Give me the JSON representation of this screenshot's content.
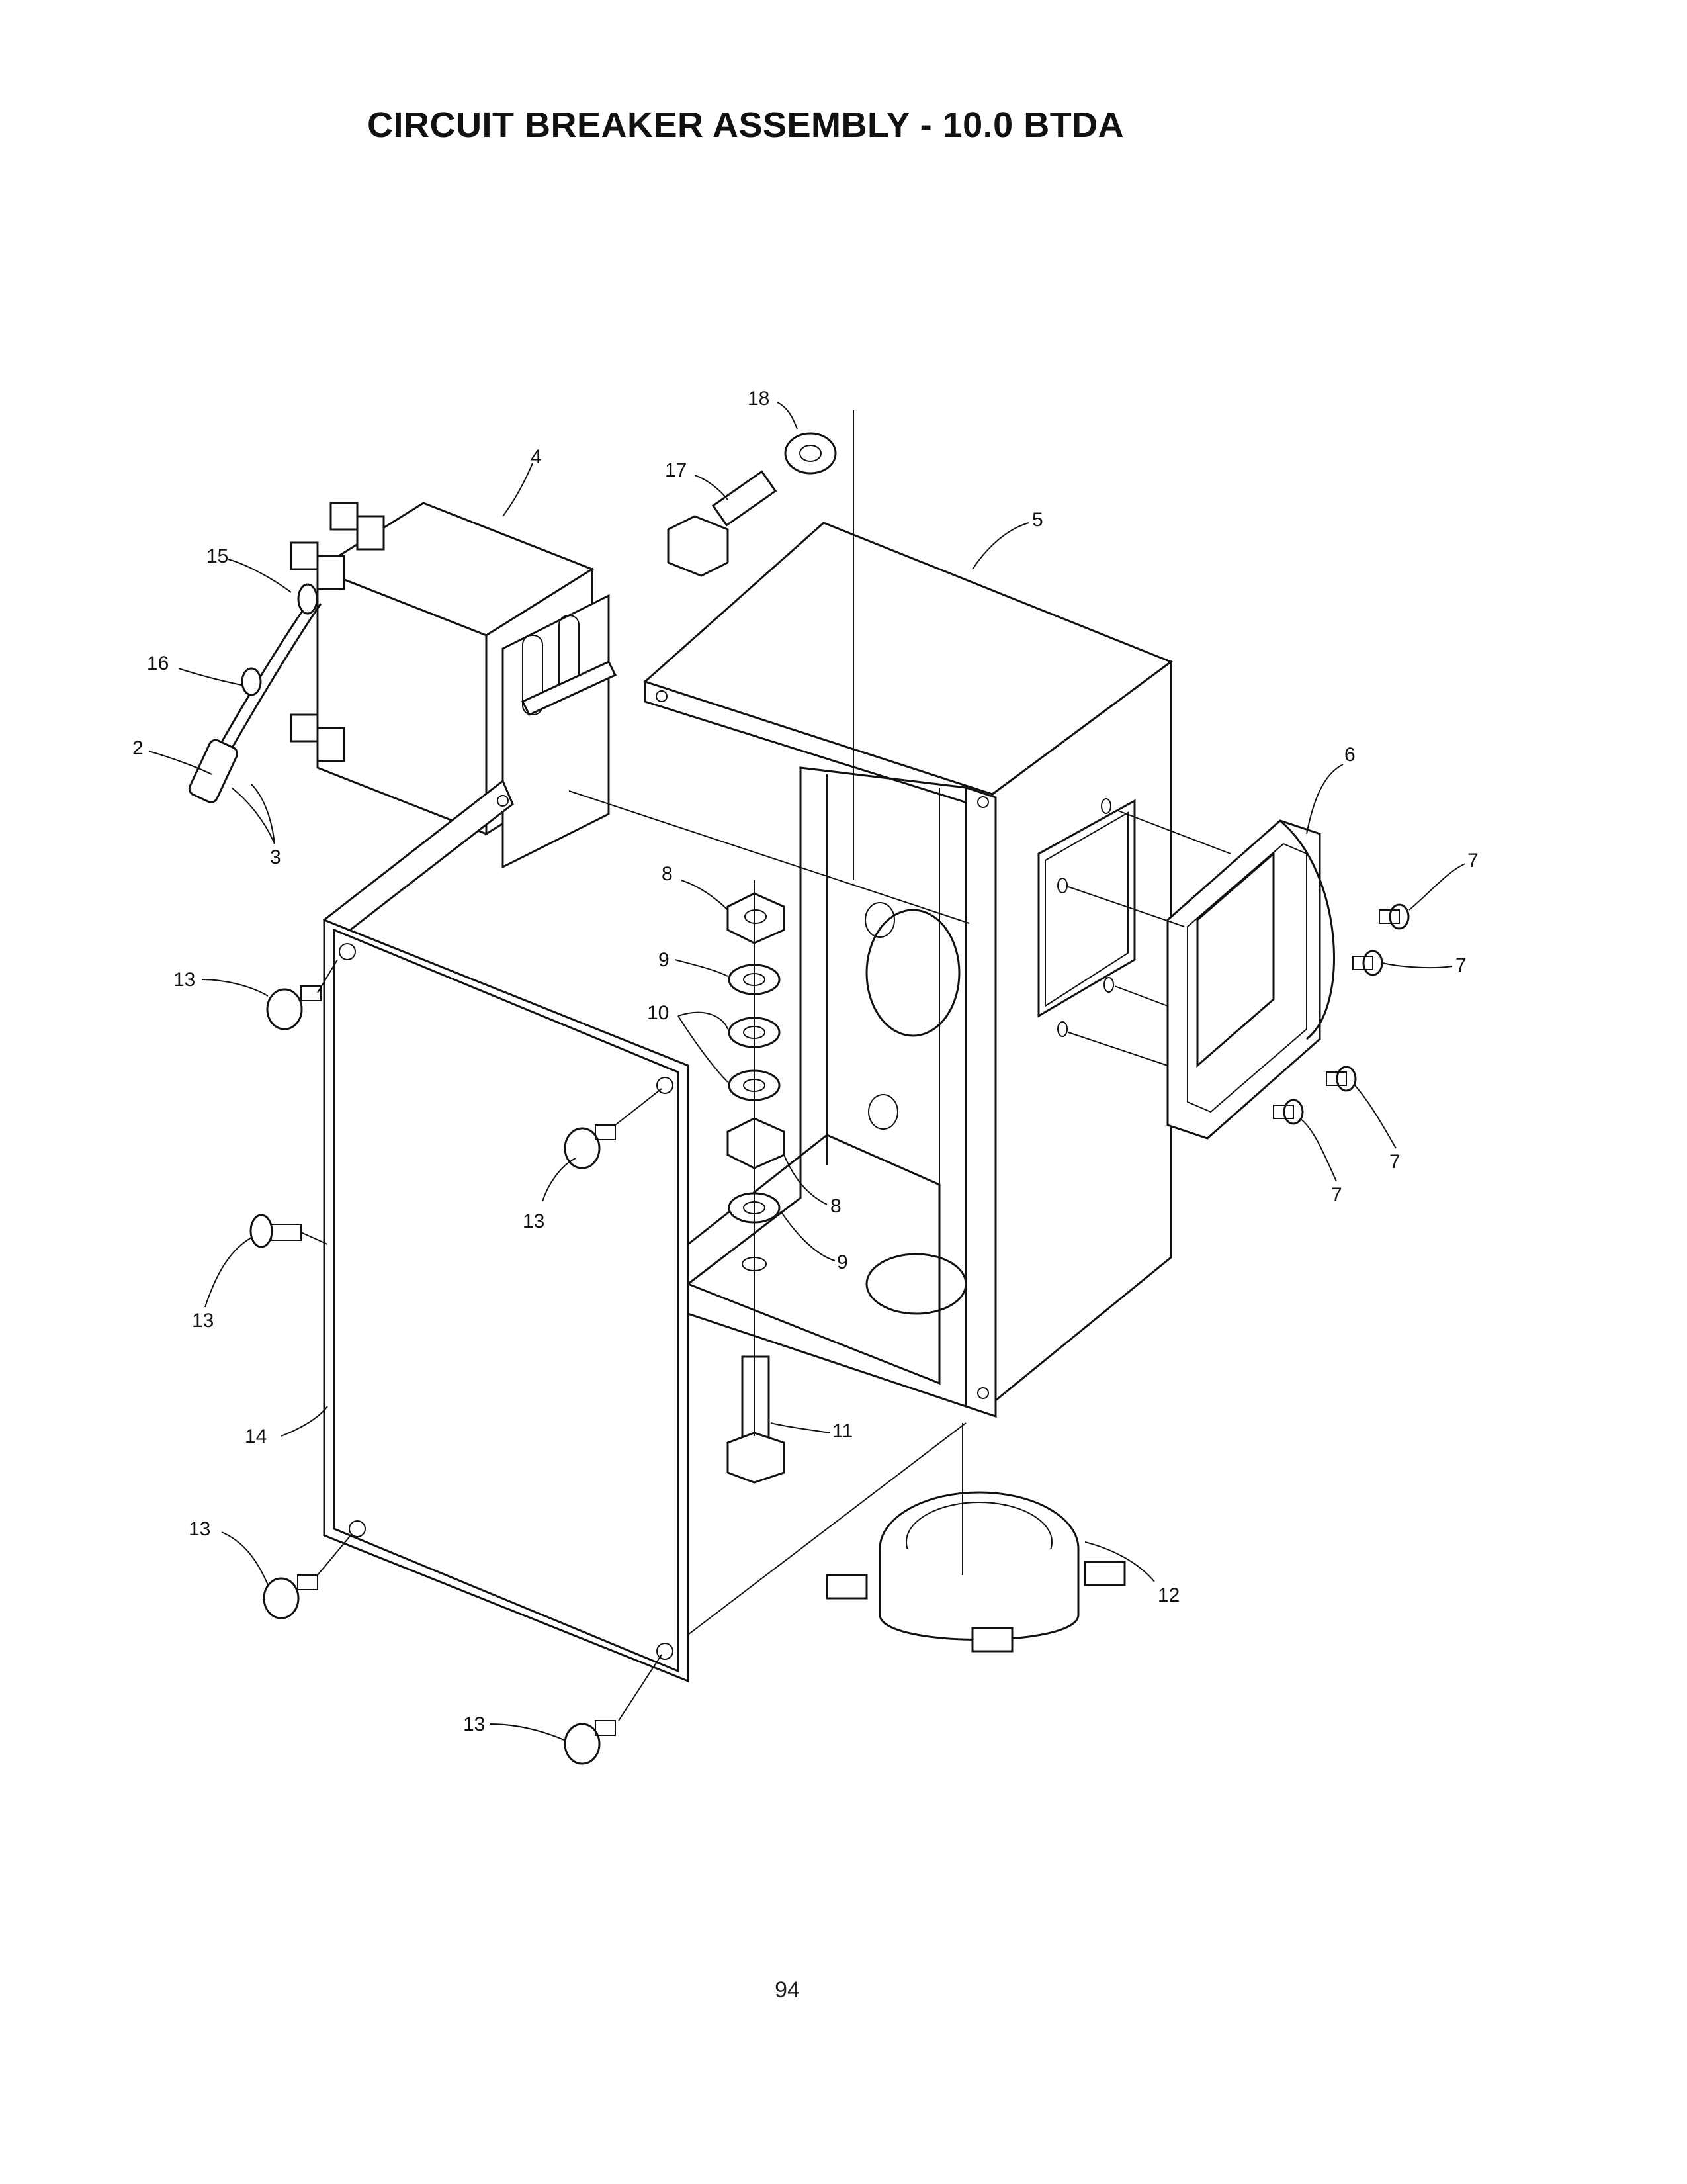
{
  "title": "CIRCUIT BREAKER ASSEMBLY - 10.0 BTDA",
  "page_number": "94",
  "callouts": {
    "c2": "2",
    "c3": "3",
    "c4": "4",
    "c5": "5",
    "c6": "6",
    "c7a": "7",
    "c7b": "7",
    "c7c": "7",
    "c7d": "7",
    "c8a": "8",
    "c8b": "8",
    "c9a": "9",
    "c9b": "9",
    "c10": "10",
    "c11": "11",
    "c12": "12",
    "c13a": "13",
    "c13b": "13",
    "c13c": "13",
    "c13d": "13",
    "c13e": "13",
    "c14": "14",
    "c15": "15",
    "c16": "16",
    "c17": "17",
    "c18": "18"
  }
}
